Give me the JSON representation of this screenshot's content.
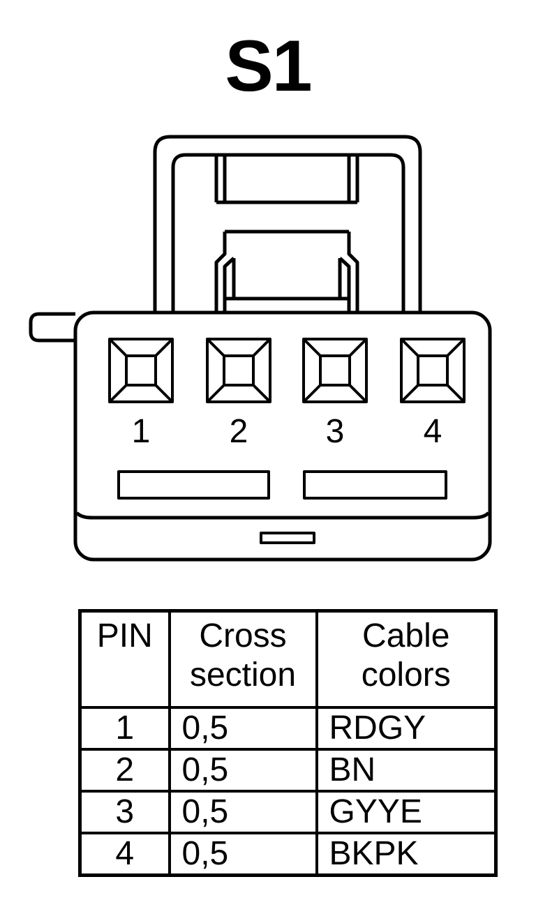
{
  "title": "S1",
  "pins": [
    "1",
    "2",
    "3",
    "4"
  ],
  "table": {
    "headers": [
      {
        "lines": [
          "PIN"
        ]
      },
      {
        "lines": [
          "Cross",
          "section"
        ]
      },
      {
        "lines": [
          "Cable",
          "colors"
        ]
      }
    ],
    "rows": [
      {
        "pin": "1",
        "cross_section": "0,5",
        "color": "RDGY"
      },
      {
        "pin": "2",
        "cross_section": "0,5",
        "color": "BN"
      },
      {
        "pin": "3",
        "cross_section": "0,5",
        "color": "GYYE"
      },
      {
        "pin": "4",
        "cross_section": "0,5",
        "color": "BKPK"
      }
    ]
  }
}
